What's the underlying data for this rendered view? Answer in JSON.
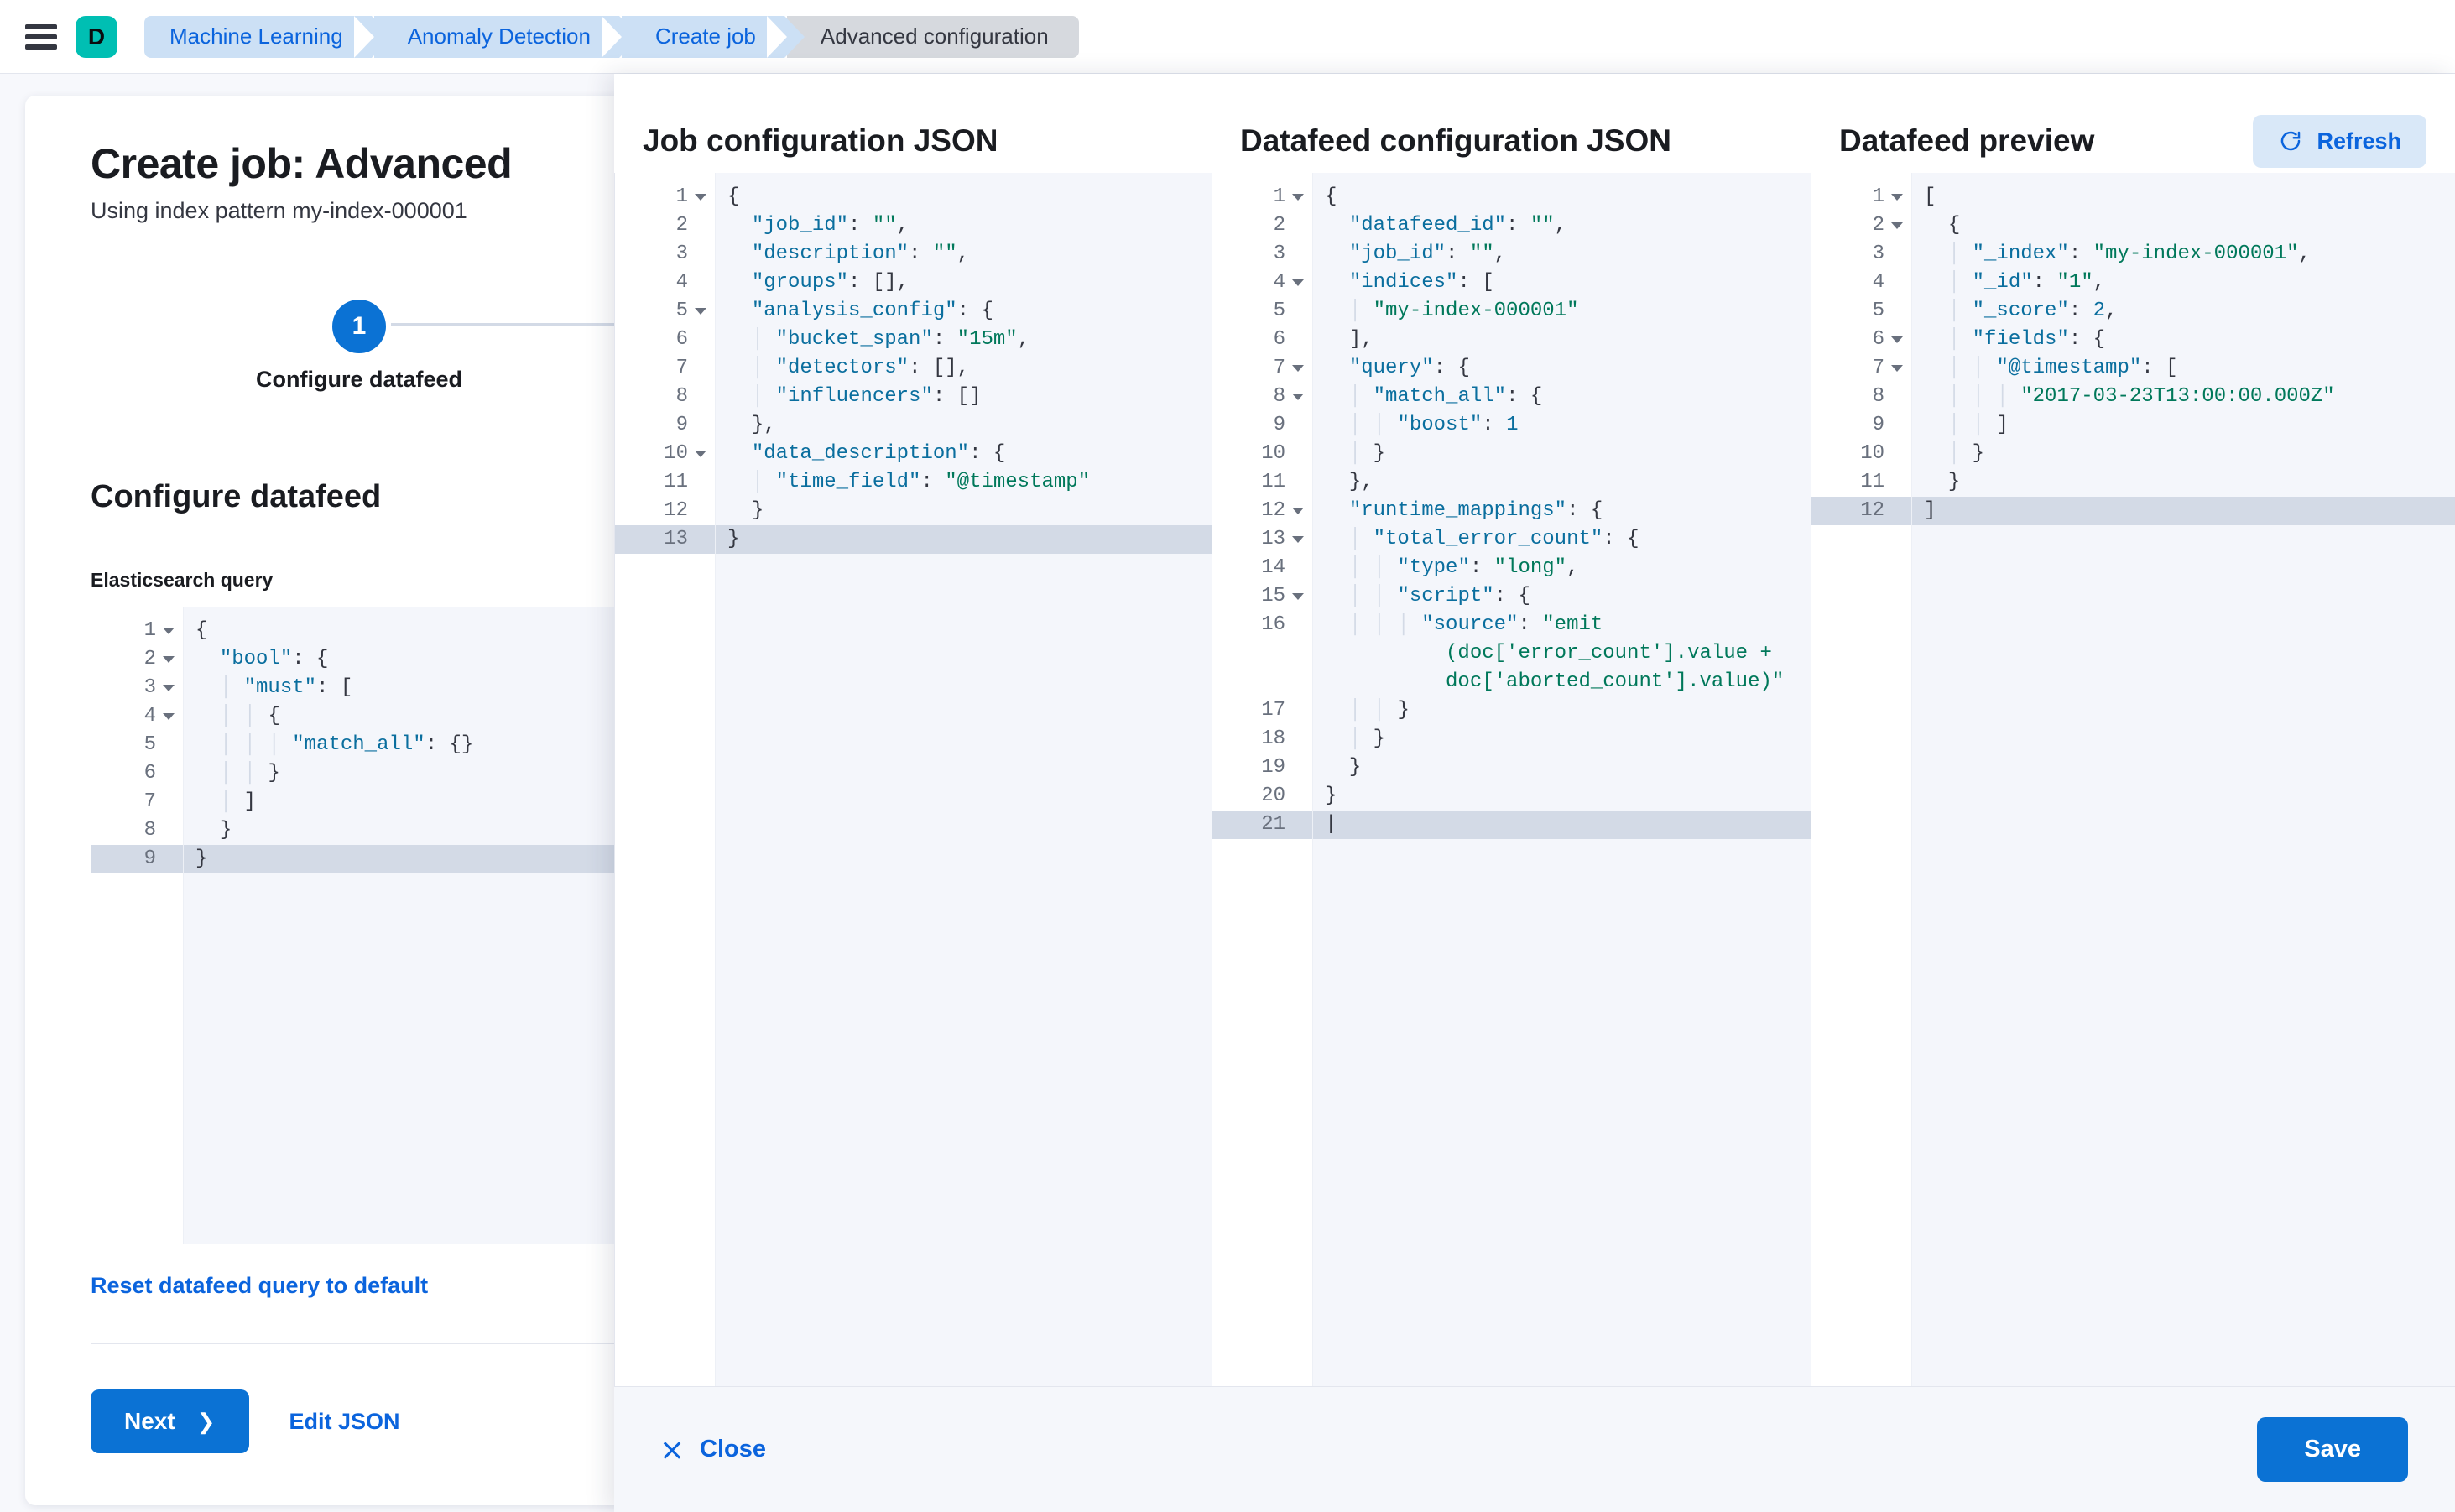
{
  "chrome": {
    "menu_icon": "hamburger-menu-icon",
    "space_avatar": "D",
    "breadcrumbs": [
      {
        "label": "Machine Learning",
        "current": false
      },
      {
        "label": "Anomaly Detection",
        "current": false
      },
      {
        "label": "Create job",
        "current": false
      },
      {
        "label": "Advanced configuration",
        "current": true
      }
    ]
  },
  "wizard": {
    "title": "Create job: Advanced",
    "subtitle": "Using index pattern my-index-000001",
    "step": {
      "number": "1",
      "label": "Configure datafeed"
    },
    "section_title": "Configure datafeed",
    "query_label": "Elasticsearch query",
    "reset_link": "Reset datafeed query to default",
    "next_label": "Next",
    "next_chevron": "chevron-right-icon",
    "edit_json_label": "Edit JSON",
    "query_editor": {
      "active_line": 9,
      "lines": [
        {
          "n": "1",
          "fold": true,
          "html": "<span class=\"p\">{</span>"
        },
        {
          "n": "2",
          "fold": true,
          "html": "  <span class=\"k\">\"bool\"</span><span class=\"p\">: {</span>"
        },
        {
          "n": "3",
          "fold": true,
          "html": "  <span class=\"ind\">│</span> <span class=\"k\">\"must\"</span><span class=\"p\">: [</span>"
        },
        {
          "n": "4",
          "fold": true,
          "html": "  <span class=\"ind\">│</span> <span class=\"ind\">│</span> <span class=\"p\">{</span>"
        },
        {
          "n": "5",
          "fold": false,
          "html": "  <span class=\"ind\">│</span> <span class=\"ind\">│</span> <span class=\"ind\">│</span> <span class=\"k\">\"match_all\"</span><span class=\"p\">: {}</span>"
        },
        {
          "n": "6",
          "fold": false,
          "html": "  <span class=\"ind\">│</span> <span class=\"ind\">│</span> <span class=\"p\">}</span>"
        },
        {
          "n": "7",
          "fold": false,
          "html": "  <span class=\"ind\">│</span> <span class=\"p\">]</span>"
        },
        {
          "n": "8",
          "fold": false,
          "html": "  <span class=\"p\">}</span>"
        },
        {
          "n": "9",
          "fold": false,
          "html": "<span class=\"p\">}</span>"
        }
      ]
    }
  },
  "flyout": {
    "panes": [
      {
        "title": "Job configuration JSON"
      },
      {
        "title": "Datafeed configuration JSON"
      },
      {
        "title": "Datafeed preview"
      }
    ],
    "refresh_label": "Refresh",
    "refresh_icon": "refresh-icon",
    "close_label": "Close",
    "close_icon": "close-x-icon",
    "save_label": "Save",
    "job_editor": {
      "active_line": 13,
      "lines": [
        {
          "n": "1",
          "fold": true,
          "html": "<span class=\"p\">{</span>"
        },
        {
          "n": "2",
          "fold": false,
          "html": "  <span class=\"k\">\"job_id\"</span><span class=\"p\">: </span><span class=\"s\">\"\"</span><span class=\"p\">,</span>"
        },
        {
          "n": "3",
          "fold": false,
          "html": "  <span class=\"k\">\"description\"</span><span class=\"p\">: </span><span class=\"s\">\"\"</span><span class=\"p\">,</span>"
        },
        {
          "n": "4",
          "fold": false,
          "html": "  <span class=\"k\">\"groups\"</span><span class=\"p\">: [],</span>"
        },
        {
          "n": "5",
          "fold": true,
          "html": "  <span class=\"k\">\"analysis_config\"</span><span class=\"p\">: {</span>"
        },
        {
          "n": "6",
          "fold": false,
          "html": "  <span class=\"ind\">│</span> <span class=\"k\">\"bucket_span\"</span><span class=\"p\">: </span><span class=\"s\">\"15m\"</span><span class=\"p\">,</span>"
        },
        {
          "n": "7",
          "fold": false,
          "html": "  <span class=\"ind\">│</span> <span class=\"k\">\"detectors\"</span><span class=\"p\">: [],</span>"
        },
        {
          "n": "8",
          "fold": false,
          "html": "  <span class=\"ind\">│</span> <span class=\"k\">\"influencers\"</span><span class=\"p\">: []</span>"
        },
        {
          "n": "9",
          "fold": false,
          "html": "  <span class=\"p\">},</span>"
        },
        {
          "n": "10",
          "fold": true,
          "html": "  <span class=\"k\">\"data_description\"</span><span class=\"p\">: {</span>"
        },
        {
          "n": "11",
          "fold": false,
          "html": "  <span class=\"ind\">│</span> <span class=\"k\">\"time_field\"</span><span class=\"p\">: </span><span class=\"s\">\"@timestamp\"</span>"
        },
        {
          "n": "12",
          "fold": false,
          "html": "  <span class=\"p\">}</span>"
        },
        {
          "n": "13",
          "fold": false,
          "html": "<span class=\"p\">}</span>"
        }
      ]
    },
    "datafeed_editor": {
      "active_line": 21,
      "lines": [
        {
          "n": "1",
          "fold": true,
          "html": "<span class=\"p\">{</span>"
        },
        {
          "n": "2",
          "fold": false,
          "html": "  <span class=\"k\">\"datafeed_id\"</span><span class=\"p\">: </span><span class=\"s\">\"\"</span><span class=\"p\">,</span>"
        },
        {
          "n": "3",
          "fold": false,
          "html": "  <span class=\"k\">\"job_id\"</span><span class=\"p\">: </span><span class=\"s\">\"\"</span><span class=\"p\">,</span>"
        },
        {
          "n": "4",
          "fold": true,
          "html": "  <span class=\"k\">\"indices\"</span><span class=\"p\">: [</span>"
        },
        {
          "n": "5",
          "fold": false,
          "html": "  <span class=\"ind\">│</span> <span class=\"s\">\"my-index-000001\"</span>"
        },
        {
          "n": "6",
          "fold": false,
          "html": "  <span class=\"p\">],</span>"
        },
        {
          "n": "7",
          "fold": true,
          "html": "  <span class=\"k\">\"query\"</span><span class=\"p\">: {</span>"
        },
        {
          "n": "8",
          "fold": true,
          "html": "  <span class=\"ind\">│</span> <span class=\"k\">\"match_all\"</span><span class=\"p\">: {</span>"
        },
        {
          "n": "9",
          "fold": false,
          "html": "  <span class=\"ind\">│</span> <span class=\"ind\">│</span> <span class=\"k\">\"boost\"</span><span class=\"p\">: </span><span class=\"n\">1</span>"
        },
        {
          "n": "10",
          "fold": false,
          "html": "  <span class=\"ind\">│</span> <span class=\"p\">}</span>"
        },
        {
          "n": "11",
          "fold": false,
          "html": "  <span class=\"p\">},</span>"
        },
        {
          "n": "12",
          "fold": true,
          "html": "  <span class=\"k\">\"runtime_mappings\"</span><span class=\"p\">: {</span>"
        },
        {
          "n": "13",
          "fold": true,
          "html": "  <span class=\"ind\">│</span> <span class=\"k\">\"total_error_count\"</span><span class=\"p\">: {</span>"
        },
        {
          "n": "14",
          "fold": false,
          "html": "  <span class=\"ind\">│</span> <span class=\"ind\">│</span> <span class=\"k\">\"type\"</span><span class=\"p\">: </span><span class=\"s\">\"long\"</span><span class=\"p\">,</span>"
        },
        {
          "n": "15",
          "fold": true,
          "html": "  <span class=\"ind\">│</span> <span class=\"ind\">│</span> <span class=\"k\">\"script\"</span><span class=\"p\">: {</span>"
        },
        {
          "n": "16",
          "fold": false,
          "wrap": true,
          "html": "  <span class=\"ind\">│</span> <span class=\"ind\">│</span> <span class=\"ind\">│</span> <span class=\"k\">\"source\"</span><span class=\"p\">: </span><span class=\"s\">\"emit\n          (doc['error_count'].value +\n          doc['aborted_count'].value)\"</span>"
        },
        {
          "n": "17",
          "fold": false,
          "html": "  <span class=\"ind\">│</span> <span class=\"ind\">│</span> <span class=\"p\">}</span>"
        },
        {
          "n": "18",
          "fold": false,
          "html": "  <span class=\"ind\">│</span> <span class=\"p\">}</span>"
        },
        {
          "n": "19",
          "fold": false,
          "html": "  <span class=\"p\">}</span>"
        },
        {
          "n": "20",
          "fold": false,
          "html": "<span class=\"p\">}</span>"
        },
        {
          "n": "21",
          "fold": false,
          "html": "<span class=\"p\">|</span>"
        }
      ]
    },
    "preview_editor": {
      "active_line": 12,
      "lines": [
        {
          "n": "1",
          "fold": true,
          "html": "<span class=\"p\">[</span>"
        },
        {
          "n": "2",
          "fold": true,
          "html": "  <span class=\"p\">{</span>"
        },
        {
          "n": "3",
          "fold": false,
          "html": "  <span class=\"ind\">│</span> <span class=\"k\">\"_index\"</span><span class=\"p\">: </span><span class=\"s\">\"my-index-000001\"</span><span class=\"p\">,</span>"
        },
        {
          "n": "4",
          "fold": false,
          "html": "  <span class=\"ind\">│</span> <span class=\"k\">\"_id\"</span><span class=\"p\">: </span><span class=\"s\">\"1\"</span><span class=\"p\">,</span>"
        },
        {
          "n": "5",
          "fold": false,
          "html": "  <span class=\"ind\">│</span> <span class=\"k\">\"_score\"</span><span class=\"p\">: </span><span class=\"n\">2</span><span class=\"p\">,</span>"
        },
        {
          "n": "6",
          "fold": true,
          "html": "  <span class=\"ind\">│</span> <span class=\"k\">\"fields\"</span><span class=\"p\">: {</span>"
        },
        {
          "n": "7",
          "fold": true,
          "html": "  <span class=\"ind\">│</span> <span class=\"ind\">│</span> <span class=\"k\">\"@timestamp\"</span><span class=\"p\">: [</span>"
        },
        {
          "n": "8",
          "fold": false,
          "html": "  <span class=\"ind\">│</span> <span class=\"ind\">│</span> <span class=\"ind\">│</span> <span class=\"s\">\"2017-03-23T13:00:00.000Z\"</span>"
        },
        {
          "n": "9",
          "fold": false,
          "html": "  <span class=\"ind\">│</span> <span class=\"ind\">│</span> <span class=\"p\">]</span>"
        },
        {
          "n": "10",
          "fold": false,
          "html": "  <span class=\"ind\">│</span> <span class=\"p\">}</span>"
        },
        {
          "n": "11",
          "fold": false,
          "html": "  <span class=\"p\">}</span>"
        },
        {
          "n": "12",
          "fold": false,
          "html": "<span class=\"p\">]</span>"
        }
      ]
    }
  },
  "colors": {
    "accent_blue": "#0B72D4",
    "link_blue": "#0B64DD",
    "space_teal": "#00BFB3",
    "breadcrumb_blue": "#CCE0F5",
    "breadcrumb_grey": "#D6D9DE",
    "string_green": "#00785A",
    "key_blue": "#0A6E9E",
    "active_line": "#D3DAE6"
  }
}
